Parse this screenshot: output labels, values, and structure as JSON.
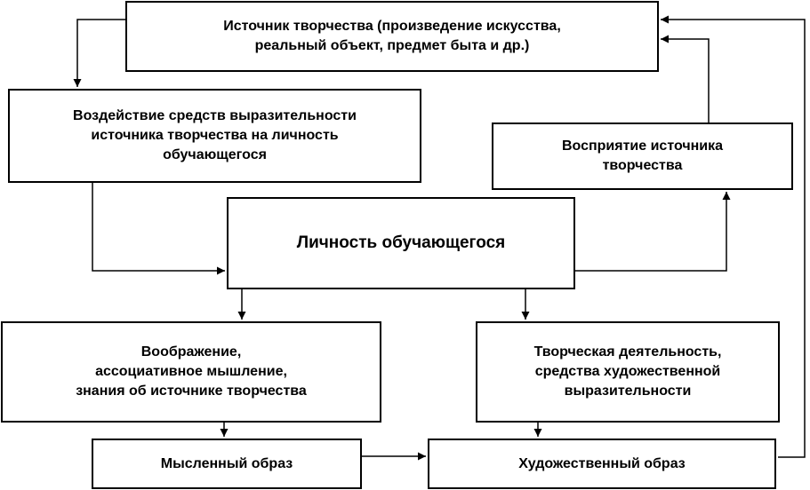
{
  "nodes": {
    "source": "Источник творчества (произведение искусства,\nреальный объект, предмет быта и др.)",
    "impact": "Воздействие средств выразительности\nисточника творчества на личность\nобучающегося",
    "perception": "Восприятие источника\nтворчества",
    "personality": "Личность обучающегося",
    "imagination": "Воображение,\nассоциативное мышление,\nзнания об источнике творчества",
    "activity": "Творческая деятельность,\nсредства художественной\nвыразительности",
    "mental_image": "Мысленный образ",
    "artistic_image": "Художественный образ"
  },
  "edges": [
    {
      "from": "source",
      "to": "impact"
    },
    {
      "from": "impact",
      "to": "personality"
    },
    {
      "from": "personality",
      "to": "perception"
    },
    {
      "from": "perception",
      "to": "source"
    },
    {
      "from": "personality",
      "to": "imagination"
    },
    {
      "from": "personality",
      "to": "activity"
    },
    {
      "from": "imagination",
      "to": "mental_image"
    },
    {
      "from": "activity",
      "to": "artistic_image"
    },
    {
      "from": "mental_image",
      "to": "artistic_image"
    },
    {
      "from": "artistic_image",
      "to": "source"
    }
  ]
}
